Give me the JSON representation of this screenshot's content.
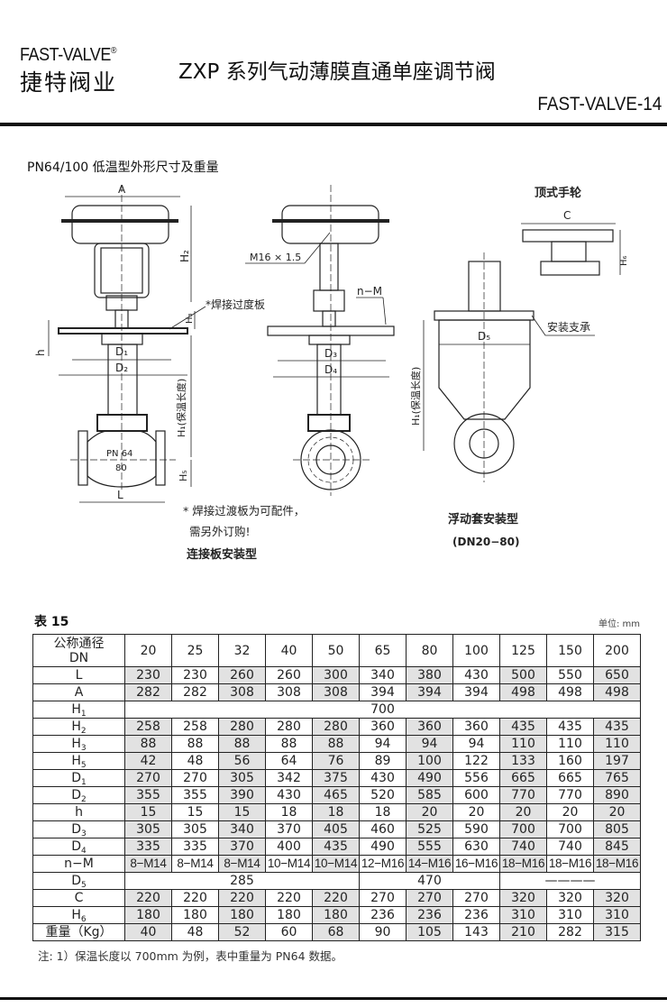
{
  "header": {
    "brand_en": "FAST-VALVE",
    "brand_reg": "®",
    "brand_cn": "捷特阀业",
    "title": "ZXP 系列气动薄膜直通单座调节阀",
    "page_code": "FAST-VALVE-14"
  },
  "section_title": "PN64/100 低温型外形尺寸及重量",
  "drawings": {
    "left": {
      "A": "A",
      "H2": "H₂",
      "H3": "H₃",
      "weld_plate": "*焊接过度板",
      "h": "h",
      "D1": "D₁",
      "D2": "D₂",
      "H1": "H₁(保温长度)",
      "H5": "H₅",
      "pn": "PN 64",
      "dn": "80",
      "L": "L",
      "note1": "* 焊接过渡板为可配件，",
      "note2": "需另外订购!",
      "caption": "连接板安装型"
    },
    "middle": {
      "thread": "M16 × 1.5",
      "nM": "n−M",
      "D3": "D₃",
      "D4": "D₄"
    },
    "right": {
      "handwheel_title": "顶式手轮",
      "C": "C",
      "H6": "H₆",
      "D5": "D₅",
      "support": "安装支承",
      "H1": "H₁(保温长度)",
      "caption": "浮动套安装型",
      "range": "(DN20−80)"
    }
  },
  "table": {
    "title": "表 15",
    "unit": "单位: mm",
    "header": {
      "label1": "公称通径",
      "label2": "DN",
      "dn": [
        "20",
        "25",
        "32",
        "40",
        "50",
        "65",
        "80",
        "100",
        "125",
        "150",
        "200"
      ]
    },
    "rows": [
      {
        "k": "L",
        "s": "",
        "v": [
          "230",
          "230",
          "260",
          "260",
          "300",
          "340",
          "380",
          "430",
          "500",
          "550",
          "650"
        ]
      },
      {
        "k": "A",
        "s": "",
        "v": [
          "282",
          "282",
          "308",
          "308",
          "308",
          "394",
          "394",
          "394",
          "498",
          "498",
          "498"
        ]
      },
      {
        "k": "H",
        "s": "1",
        "span": "700"
      },
      {
        "k": "H",
        "s": "2",
        "v": [
          "258",
          "258",
          "280",
          "280",
          "280",
          "360",
          "360",
          "360",
          "435",
          "435",
          "435"
        ]
      },
      {
        "k": "H",
        "s": "3",
        "v": [
          "88",
          "88",
          "88",
          "88",
          "88",
          "94",
          "94",
          "94",
          "110",
          "110",
          "110"
        ]
      },
      {
        "k": "H",
        "s": "5",
        "v": [
          "42",
          "48",
          "56",
          "64",
          "76",
          "89",
          "100",
          "122",
          "133",
          "160",
          "197"
        ]
      },
      {
        "k": "D",
        "s": "1",
        "v": [
          "270",
          "270",
          "305",
          "342",
          "375",
          "430",
          "490",
          "556",
          "665",
          "665",
          "765"
        ]
      },
      {
        "k": "D",
        "s": "2",
        "v": [
          "355",
          "355",
          "390",
          "430",
          "465",
          "520",
          "585",
          "600",
          "770",
          "770",
          "890"
        ]
      },
      {
        "k": "h",
        "s": "",
        "v": [
          "15",
          "15",
          "15",
          "18",
          "18",
          "18",
          "20",
          "20",
          "20",
          "20",
          "20"
        ]
      },
      {
        "k": "D",
        "s": "3",
        "v": [
          "305",
          "305",
          "340",
          "370",
          "405",
          "460",
          "525",
          "590",
          "700",
          "700",
          "805"
        ]
      },
      {
        "k": "D",
        "s": "4",
        "v": [
          "335",
          "335",
          "370",
          "400",
          "435",
          "490",
          "555",
          "630",
          "740",
          "740",
          "845"
        ]
      },
      {
        "k": "n−M",
        "s": "",
        "v": [
          "8−M14",
          "8−M14",
          "8−M14",
          "10−M14",
          "10−M14",
          "12−M16",
          "14−M16",
          "16−M16",
          "18−M16",
          "18−M16",
          "18−M16"
        ]
      },
      {
        "k": "D",
        "s": "5",
        "d5": [
          "285",
          "470",
          "————"
        ]
      },
      {
        "k": "C",
        "s": "",
        "v": [
          "220",
          "220",
          "220",
          "220",
          "220",
          "270",
          "270",
          "270",
          "320",
          "320",
          "320"
        ]
      },
      {
        "k": "H",
        "s": "6",
        "v": [
          "180",
          "180",
          "180",
          "180",
          "180",
          "236",
          "236",
          "236",
          "310",
          "310",
          "310"
        ]
      },
      {
        "k": "重量（Kg）",
        "s": "",
        "v": [
          "40",
          "48",
          "52",
          "60",
          "68",
          "90",
          "105",
          "143",
          "210",
          "282",
          "315"
        ]
      }
    ],
    "note": "注: 1）保温长度以 700mm 为例，表中重量为 PN64 数据。"
  },
  "colors": {
    "shade": "#e2e2e2",
    "ink": "#111111"
  }
}
